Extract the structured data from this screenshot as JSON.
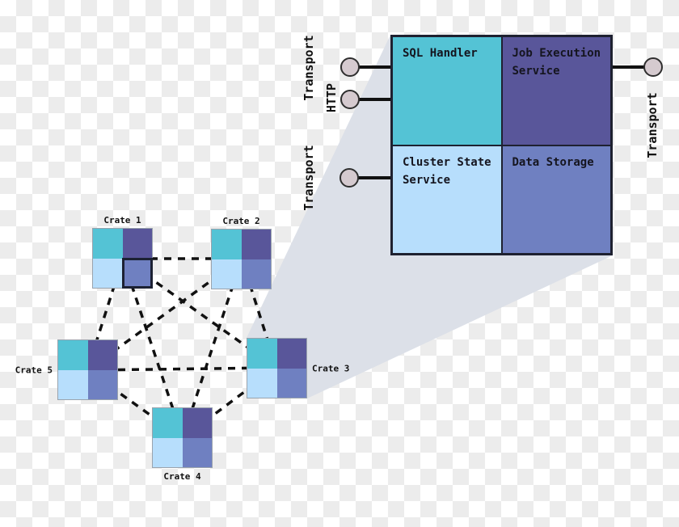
{
  "diagram": {
    "description": "CrateDB shared-nothing cluster: five crate nodes in a full mesh, with a zoomed node-internals view",
    "crates": [
      {
        "label": "Crate 1",
        "highlighted_cell": "data-storage"
      },
      {
        "label": "Crate 2"
      },
      {
        "label": "Crate 3",
        "note": "source of zoom cone"
      },
      {
        "label": "Crate 4"
      },
      {
        "label": "Crate 5"
      }
    ],
    "node_detail": {
      "quadrants": [
        {
          "label": "SQL Handler",
          "color": "#54c3d5"
        },
        {
          "label": "Job Execution Service",
          "color": "#59569a"
        },
        {
          "label": "Cluster State Service",
          "color": "#b7defc"
        },
        {
          "label": "Data Storage",
          "color": "#6f80c1"
        }
      ]
    },
    "ports": {
      "left": [
        {
          "label": "Transport"
        },
        {
          "label": "HTTP"
        },
        {
          "label": "Transport"
        }
      ],
      "right": [
        {
          "label": "Transport"
        }
      ]
    },
    "colors": {
      "teal": "#54c3d5",
      "dark_purple": "#59569a",
      "light_blue": "#b7defc",
      "medium_blue": "#6f80c1",
      "zoom_cone": "#dce0e8",
      "port_circle_fill": "#d5cacf",
      "line_black": "#111111",
      "checker_gray": "#ececec",
      "checker_white": "#ffffff"
    }
  }
}
